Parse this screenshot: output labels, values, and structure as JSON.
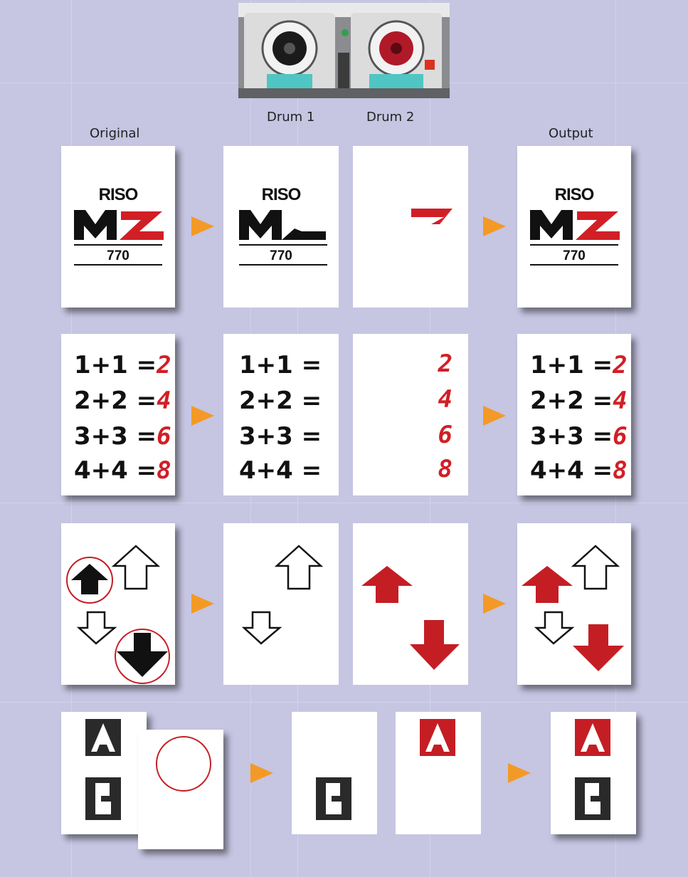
{
  "labels": {
    "original": "Original",
    "drum1": "Drum 1",
    "drum2": "Drum 2",
    "output": "Output"
  },
  "logo": {
    "brand": "RISO",
    "model": "770"
  },
  "equations": {
    "left": [
      "1+1 =",
      "2+2 =",
      "3+3 =",
      "4+4 ="
    ],
    "answers": [
      "2",
      "4",
      "6",
      "8"
    ]
  },
  "colors": {
    "background": "#c6c5e2",
    "arrow": "#f39a26",
    "accent_red": "#d11f26",
    "ink_black": "#111111"
  },
  "icons": {
    "flow_arrow": "orange-triangle-right",
    "arrow_up": "arrow-up-icon",
    "arrow_down": "arrow-down-icon",
    "letters": [
      "decorative-letter-a",
      "decorative-letter-b"
    ]
  }
}
